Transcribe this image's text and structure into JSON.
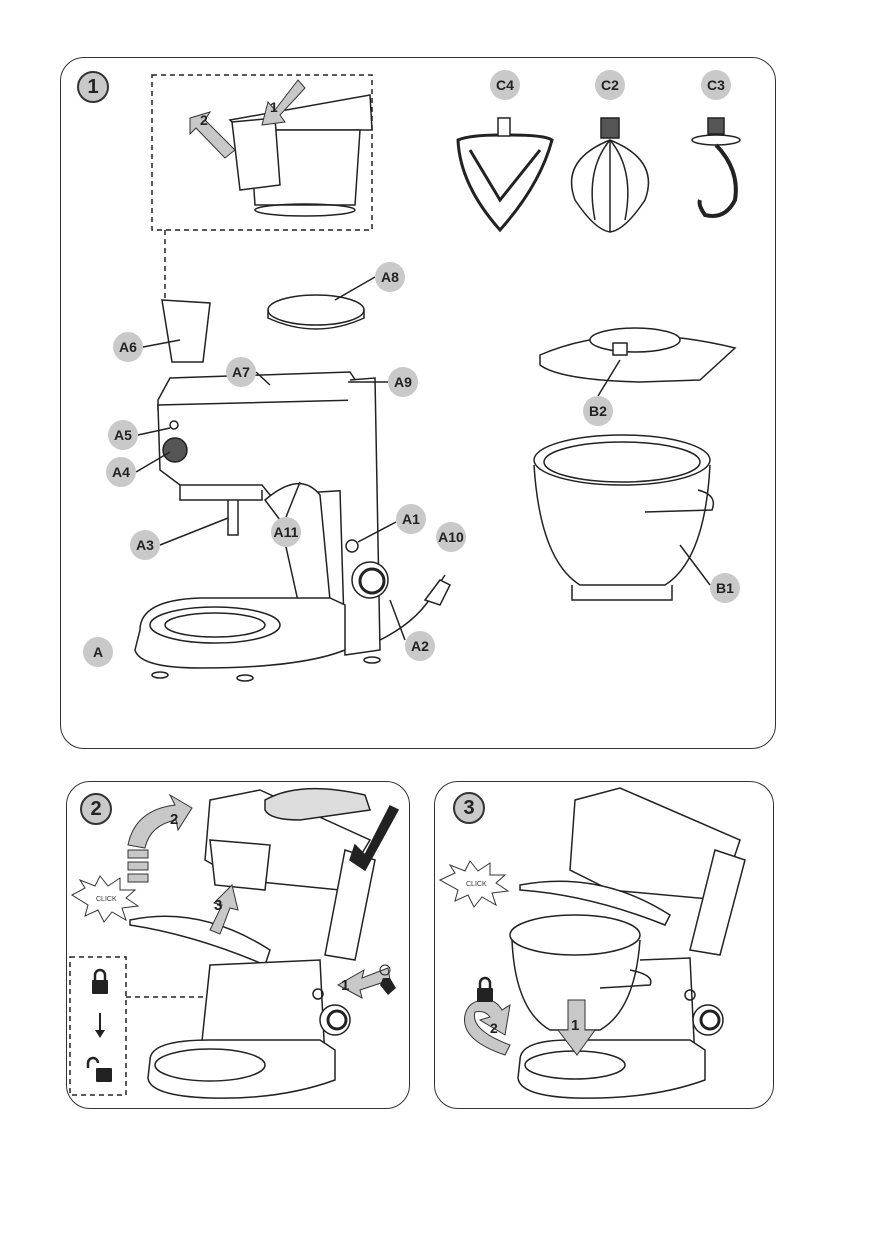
{
  "panels": [
    {
      "step": "1"
    },
    {
      "step": "2"
    },
    {
      "step": "3"
    }
  ],
  "panel1": {
    "inset_arrows": [
      "1",
      "2"
    ],
    "labels": {
      "C4": "C4",
      "C2": "C2",
      "C3": "C3",
      "A8": "A8",
      "A6": "A6",
      "A7": "A7",
      "A9": "A9",
      "A5": "A5",
      "A4": "A4",
      "A11": "A11",
      "A1": "A1",
      "A10": "A10",
      "A3": "A3",
      "A2": "A2",
      "A": "A",
      "B2": "B2",
      "B1": "B1"
    }
  },
  "panel2": {
    "arrows": [
      "1",
      "2",
      "3"
    ],
    "click": "CLICK"
  },
  "panel3": {
    "arrows": [
      "1",
      "2"
    ],
    "click": "CLICK"
  },
  "colors": {
    "badge": "#c9c9c9",
    "line": "#222222",
    "arrow": "#c8c8c8"
  }
}
